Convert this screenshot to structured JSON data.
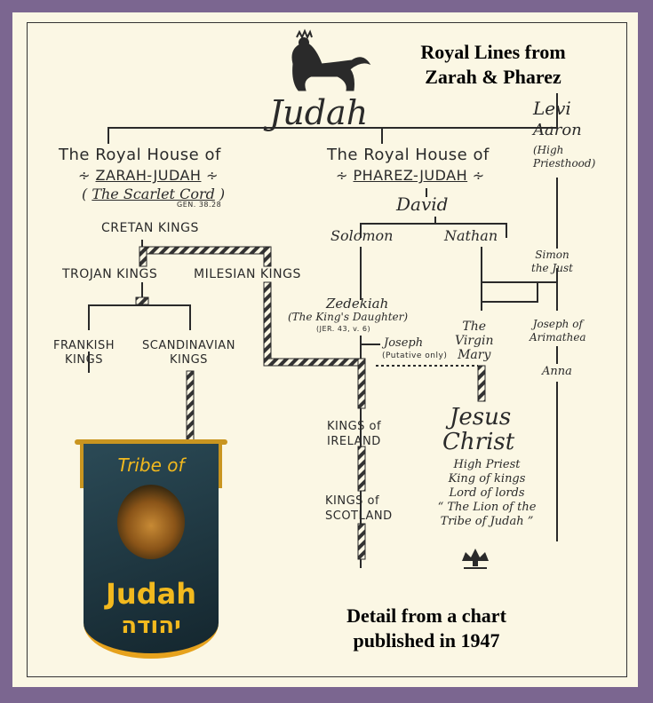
{
  "title": [
    "Royal Lines from",
    "Zarah & Pharez"
  ],
  "caption": [
    "Detail from a chart",
    "published in 1947"
  ],
  "root": "Judah",
  "zarah": {
    "heading1": "The Royal House of",
    "heading2": "ZARAH-JUDAH",
    "cord": "The Scarlet Cord",
    "ref": "GEN. 38.28",
    "cretan": "CRETAN KINGS",
    "trojan": "TROJAN KINGS",
    "milesian": "MILESIAN KINGS",
    "frankish": [
      "FRANKISH",
      "KINGS"
    ],
    "scandinavian": [
      "SCANDINAVIAN",
      "KINGS"
    ]
  },
  "pharez": {
    "heading1": "The Royal House of",
    "heading2": "PHAREZ-JUDAH",
    "david": "David",
    "solomon": "Solomon",
    "nathan": "Nathan",
    "zedekiah": "Zedekiah",
    "kings_daughter": "(The King's Daughter)",
    "jer": "(JER. 43, v. 6)",
    "joseph": "Joseph",
    "putative": "(Putative only)",
    "virgin": [
      "The",
      "Virgin",
      "Mary"
    ],
    "ireland": [
      "KINGS of",
      "IRELAND"
    ],
    "scotland": [
      "KINGS of",
      "SCOTLAND"
    ],
    "jesus": [
      "Jesus",
      "Christ"
    ],
    "titles": [
      "High Priest",
      "King of kings",
      "Lord of lords",
      "“ The Lion of the",
      "Tribe of Judah ”"
    ]
  },
  "levi": {
    "name": "Levi",
    "aaron": "Aaron",
    "priesthood": [
      "(High",
      "Priesthood)"
    ],
    "simon": [
      "Simon",
      "the Just"
    ],
    "joseph_arimathea": [
      "Joseph of",
      "Arimathea"
    ],
    "anna": "Anna"
  },
  "banner": {
    "top": "Tribe of",
    "name": "Judah",
    "hebrew": "יהודה",
    "colors": {
      "cloth": "#1f3a45",
      "gold": "#f2b91e",
      "fringe": "#e6a21d"
    }
  },
  "colors": {
    "frame": "#7b6690",
    "paper": "#fbf7e4",
    "ink": "#2a2a2a"
  }
}
